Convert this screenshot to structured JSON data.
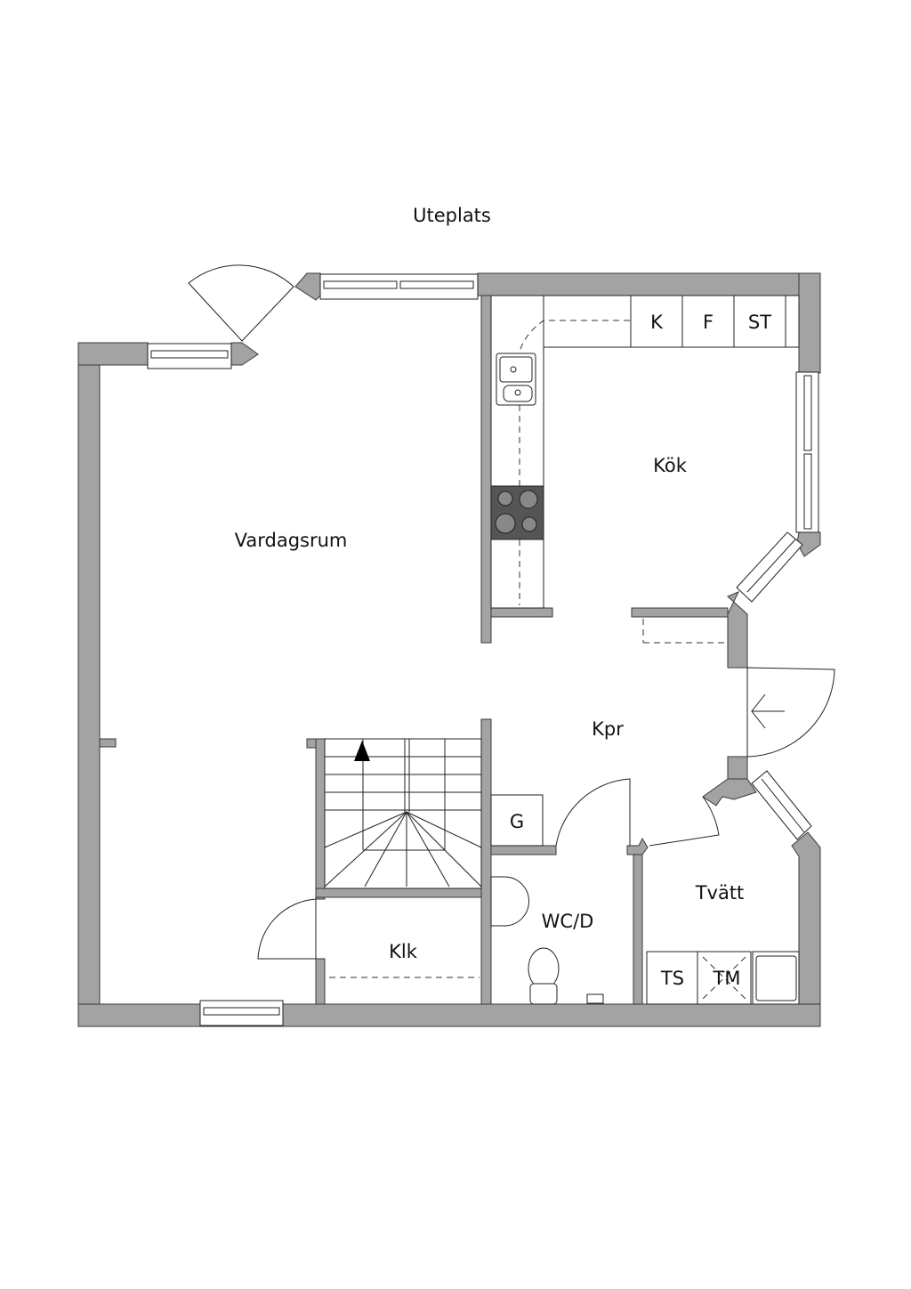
{
  "outside_label": "Uteplats",
  "rooms": {
    "living": "Vardagsrum",
    "kitchen": "Kök",
    "hall": "Kpr",
    "laundry": "Tvätt",
    "wc": "WC/D",
    "closet": "Klk",
    "wardrobe": "G"
  },
  "appliances": {
    "fridge_k": "K",
    "freezer_f": "F",
    "tall_cabinet": "ST",
    "dryer": "TS",
    "washer": "TM"
  },
  "colors": {
    "wall": "#a3a3a3",
    "stove": "#555555"
  }
}
